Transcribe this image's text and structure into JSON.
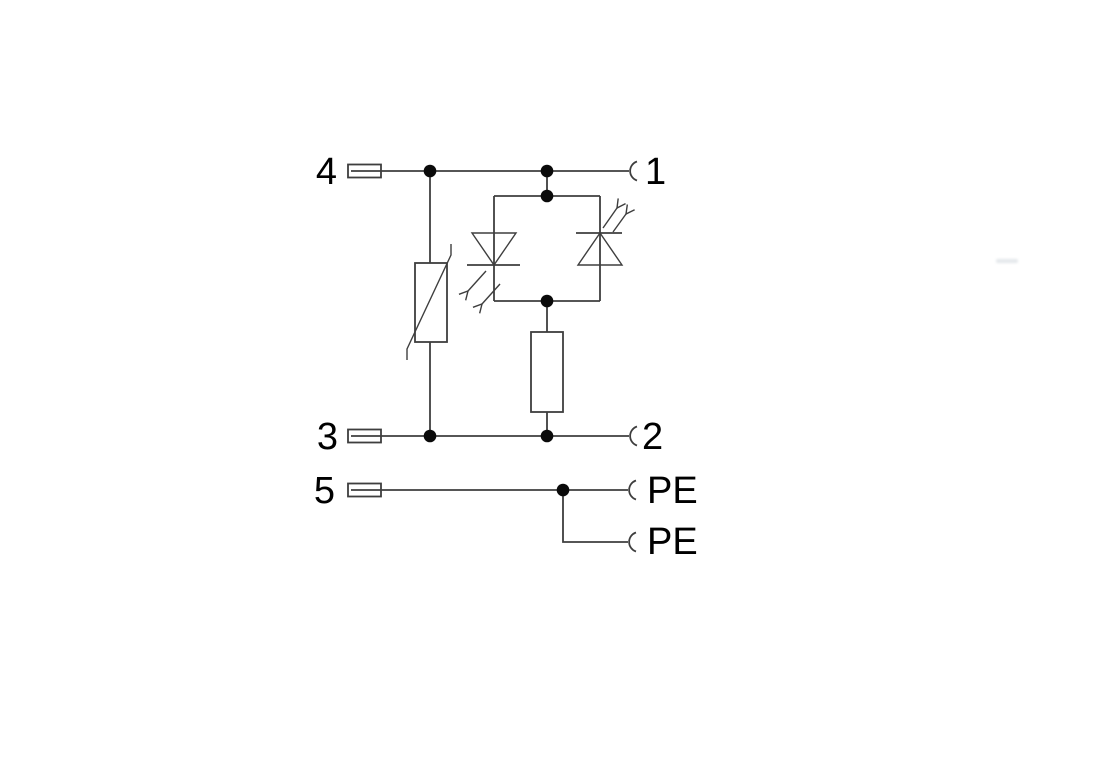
{
  "canvas": {
    "background": "#ffffff",
    "description": "connector wiring schematic on white background"
  },
  "colors": {
    "wire": "#3e3e3e",
    "junction_dot": "#0a0a0a",
    "label_text": "#000000",
    "smudge_artifact": "#ccd4da"
  },
  "left_terminals": [
    {
      "pin": "4"
    },
    {
      "pin": "3"
    },
    {
      "pin": "5"
    }
  ],
  "right_contacts": [
    {
      "pin": "1"
    },
    {
      "pin": "2"
    },
    {
      "pin": "PE"
    },
    {
      "pin": "PE"
    }
  ],
  "components": [
    {
      "name": "varistor",
      "between": [
        "4",
        "3"
      ]
    },
    {
      "name": "led-pair-antiparallel",
      "between": [
        "4/1 rail",
        "resistor"
      ]
    },
    {
      "name": "resistor",
      "between": [
        "led-pair-antiparallel",
        "3/2 rail"
      ]
    },
    {
      "name": "pe-jumper",
      "between": [
        "5",
        "PE"
      ]
    }
  ]
}
